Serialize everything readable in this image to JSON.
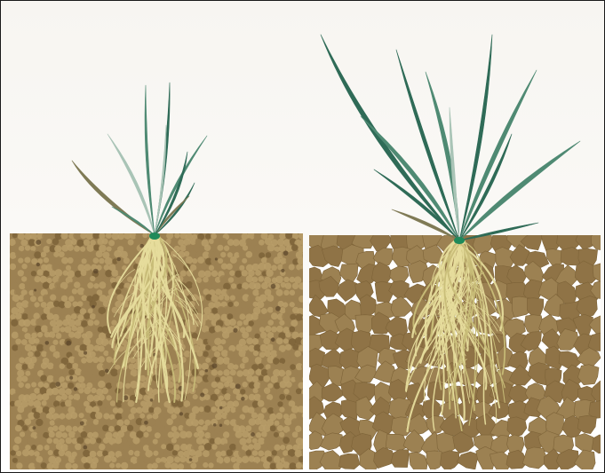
{
  "figure": {
    "panels": [
      {
        "id": "left",
        "soil": "fine-granular",
        "plant": "small-shoot"
      },
      {
        "id": "right",
        "soil": "coarse-aggregated",
        "plant": "large-shoot"
      }
    ],
    "colors": {
      "background": "#f8f6f2",
      "frame": "#1a1a1a",
      "soil_fine": "#9c8152",
      "soil_grain_light": "#b99d68",
      "soil_grain_dark": "#7d6338",
      "soil_coarse": "#8f7346",
      "soil_pore": "#ffffff",
      "root": "#e6dc9c",
      "root_dark": "#c8bd78",
      "leaf_dark": "#2f6b57",
      "leaf_mid": "#4f8a73",
      "leaf_pale": "#a9c4b6",
      "leaf_dry": "#7f7a55",
      "crown": "#1f8a5a"
    }
  }
}
